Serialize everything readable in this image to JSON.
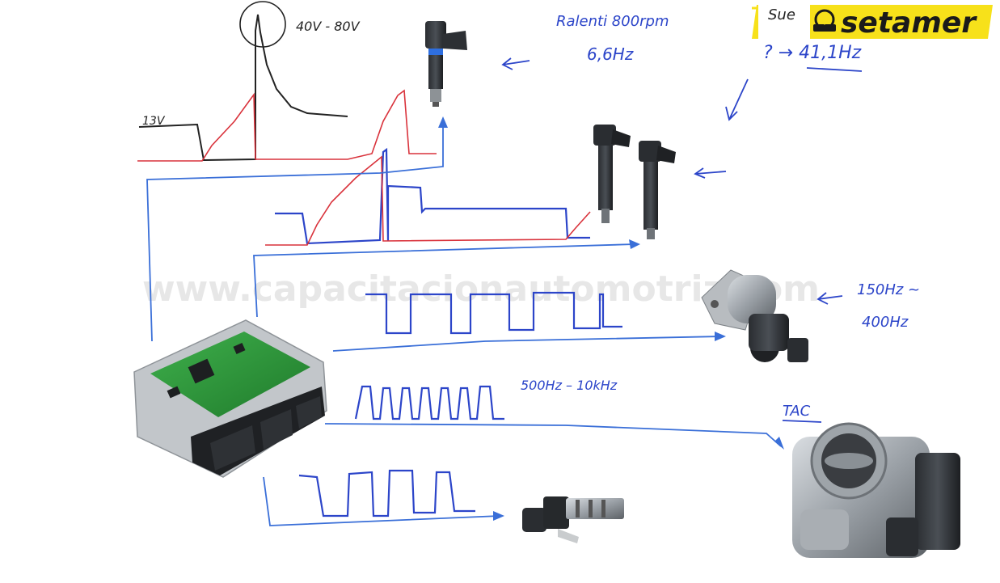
{
  "brand": {
    "name": "setamer",
    "color": "#f7e11a",
    "text_color": "#1a1a1a"
  },
  "watermark": {
    "text": "www.capacitacionautomotriz.com"
  },
  "annotations": {
    "injector_voltage": "40V - 80V",
    "battery_voltage": "13V",
    "idle_rpm": "Ralenti 800rpm",
    "injector_freq": "6,6Hz",
    "coil_freq_top": "Sue",
    "coil_freq": "? → 41,1Hz",
    "iac_freq_min": "150Hz ~",
    "iac_freq_max": "400Hz",
    "tac_freq": "500Hz – 10kHz",
    "tac_label": "TAC"
  },
  "components": {
    "ecu": "ecu-module",
    "injector": "fuel-injector",
    "coil_a": "ignition-coil",
    "coil_b": "ignition-coil",
    "iac": "idle-air-control-valve",
    "throttle": "throttle-body",
    "vvt": "vvt-solenoid"
  },
  "colors": {
    "wire": "#3a6fd8",
    "waveform_black": "#222222",
    "waveform_red": "#d9323b",
    "waveform_blue": "#2c45c9",
    "ecu_board": "#2b9b3a",
    "metal": "#9aa0a6"
  }
}
